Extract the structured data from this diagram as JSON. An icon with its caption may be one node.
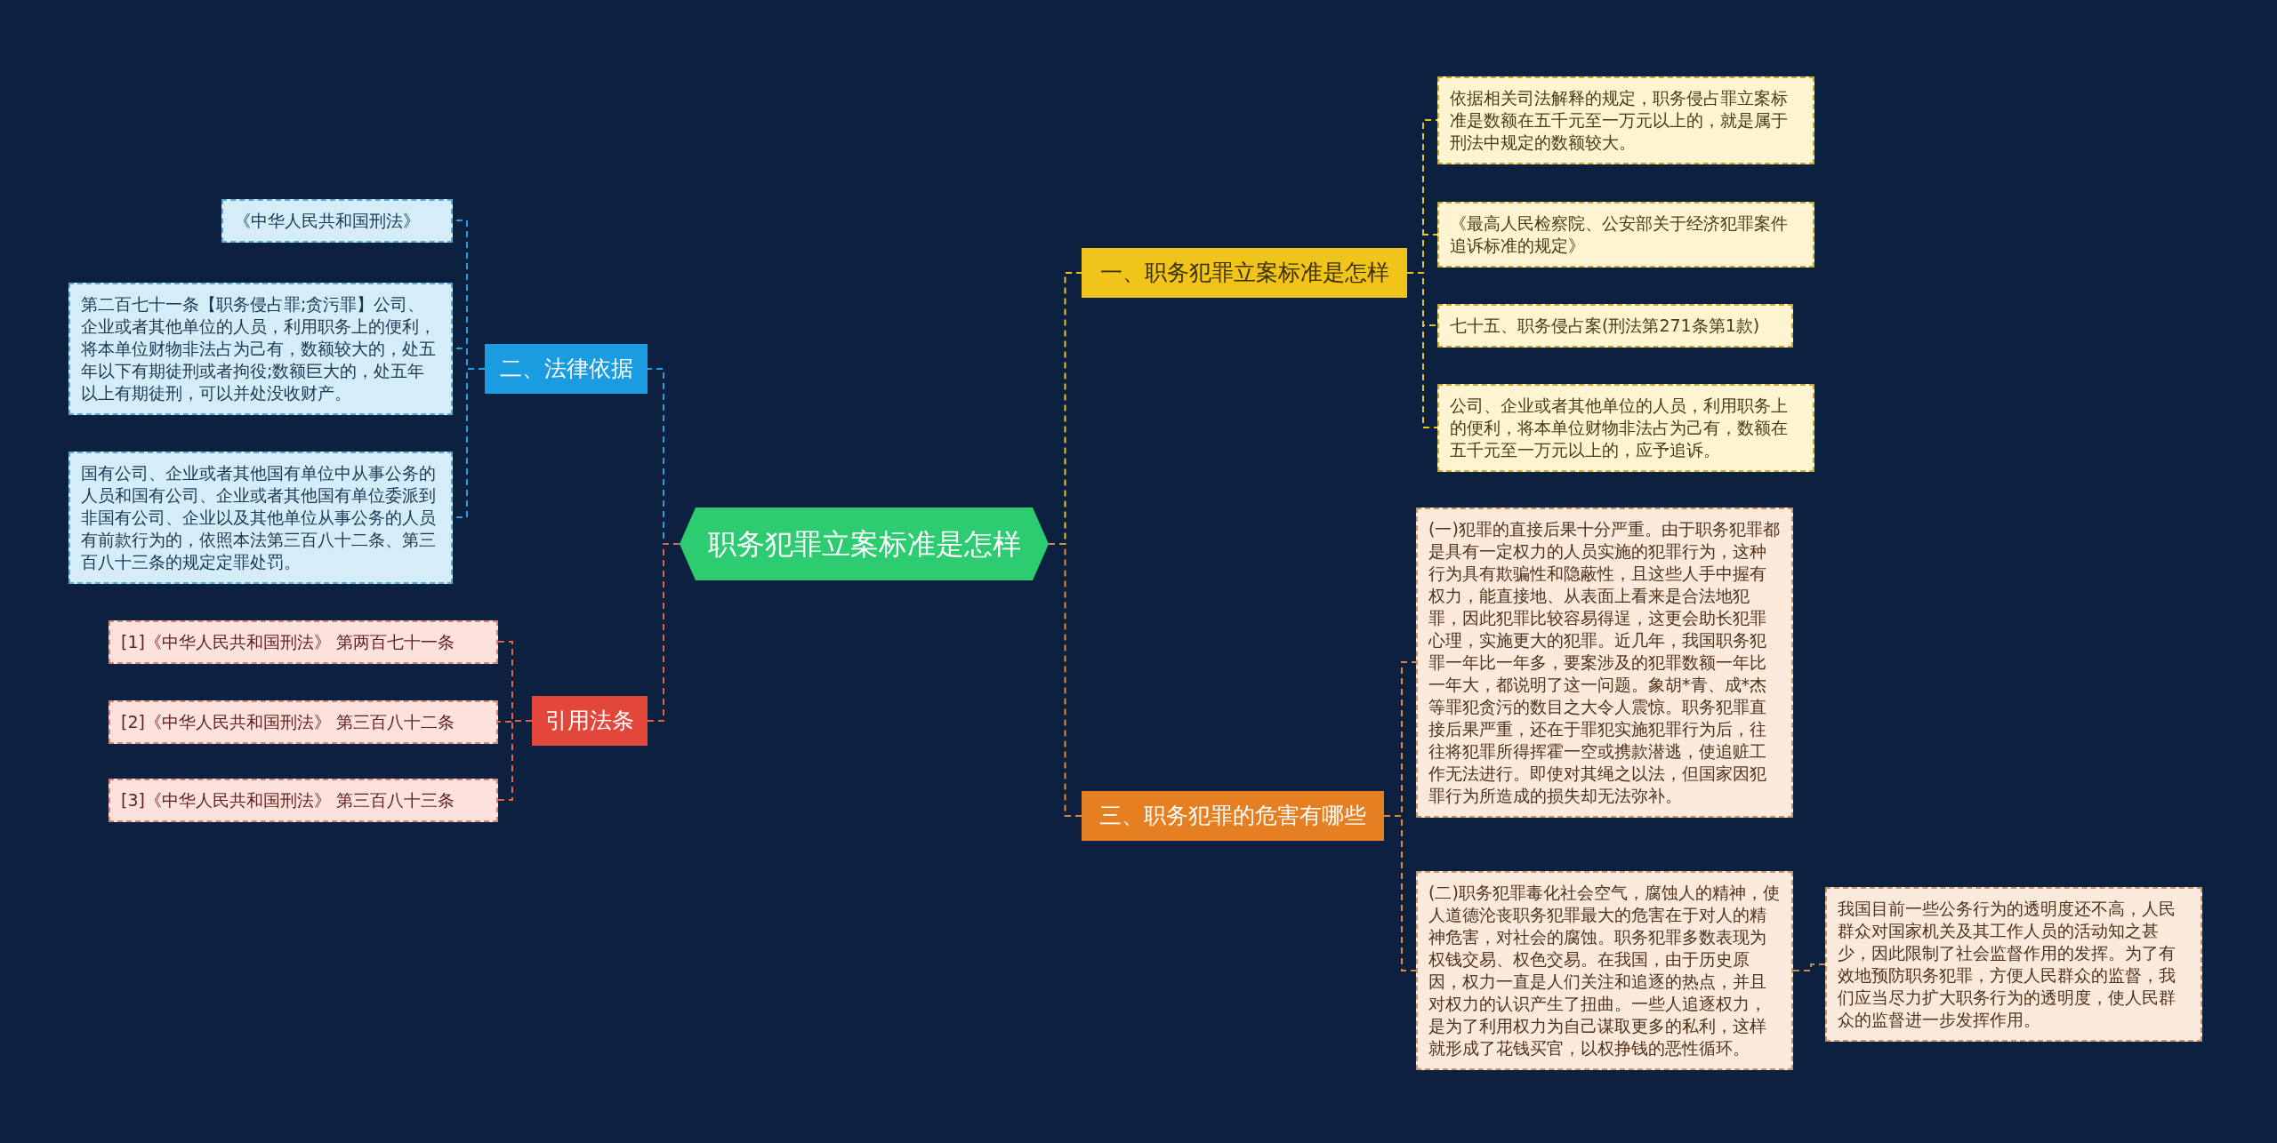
{
  "diagram": {
    "nodes": [
      {
        "text": [
          "职务犯罪立案标准是怎样"
        ]
      },
      {
        "text": [
          "一、职务犯罪立案标准是怎样"
        ]
      },
      {
        "text": [
          "依据相关司法解释的规定，职务侵占罪立案标准是数额在五千元至一万元以上的，就是属于刑法中规定的数额较大。"
        ]
      },
      {
        "text": [
          "《最高人民检察院、公安部关于经济犯罪案件追诉标准的规定》"
        ]
      },
      {
        "text": [
          "七十五、职务侵占案(刑法第271条第1款)"
        ]
      },
      {
        "text": [
          "公司、企业或者其他单位的人员，利用职务上的便利，将本单位财物非法占为己有，数额在五千元至一万元以上的，应予追诉。"
        ]
      },
      {
        "text": [
          "二、法律依据"
        ]
      },
      {
        "text": [
          "《中华人民共和国刑法》"
        ]
      },
      {
        "text": [
          "第二百七十一条【职务侵占罪;贪污罪】公司、企业或者其他单位的人员，利用职务上的便利，将本单位财物非法占为己有，数额较大的，处五年以下有期徒刑或者拘役;数额巨大的，处五年以上有期徒刑，可以并处没收财产。"
        ]
      },
      {
        "text": [
          "国有公司、企业或者其他国有单位中从事公务的人员和国有公司、企业或者其他国有单位委派到非国有公司、企业以及其他单位从事公务的人员有前款行为的，依照本法第三百八十二条、第三百八十三条的规定定罪处罚。"
        ]
      },
      {
        "text": [
          "引用法条"
        ]
      },
      {
        "text": [
          "[1]《中华人民共和国刑法》 第两百七十一条"
        ]
      },
      {
        "text": [
          "[2]《中华人民共和国刑法》 第三百八十二条"
        ]
      },
      {
        "text": [
          "[3]《中华人民共和国刑法》 第三百八十三条"
        ]
      },
      {
        "text": [
          "三、职务犯罪的危害有哪些"
        ]
      },
      {
        "text": [
          "(一)犯罪的直接后果十分严重。由于职务犯罪都是具有一定权力的人员实施的犯罪行为，这种行为具有欺骗性和隐蔽性，且这些人手中握有权力，能直接地、从表面上看来是合法地犯罪，因此犯罪比较容易得逞，这更会助长犯罪心理，实施更大的犯罪。近几年，我国职务犯罪一年比一年多，要案涉及的犯罪数额一年比一年大，都说明了这一问题。象胡*青、成*杰等罪犯贪污的数目之大令人震惊。职务犯罪直接后果严重，还在于罪犯实施犯罪行为后，往往将犯罪所得挥霍一空或携款潜逃，使追赃工作无法进行。即使对其绳之以法，但国家因犯罪行为所造成的损失却无法弥补。"
        ]
      },
      {
        "text": [
          "(二)职务犯罪毒化社会空气，腐蚀人的精神，使人道德沦丧职务犯罪最大的危害在于对人的精神危害，对社会的腐蚀。职务犯罪多数表现为权钱交易、权色交易。在我国，由于历史原因，权力一直是人们关注和追逐的热点，并且对权力的认识产生了扭曲。一些人追逐权力，是为了利用权力为自己谋取更多的私利，这样就形成了花钱买官，以权挣钱的恶性循环。"
        ]
      },
      {
        "text": [
          "我国目前一些公务行为的透明度还不高，人民群众对国家机关及其工作人员的活动知之甚少，因此限制了社会监督作用的发挥。为了有效地预防职务犯罪，方便人民群众的监督，我们应当尽力扩大职务行为的透明度，使人民群众的监督进一步发挥作用。"
        ]
      }
    ],
    "edges": [
      {
        "from": 0,
        "to": 1,
        "arrow": "none",
        "style": "dashed",
        "color": "#e8c31e"
      },
      {
        "from": 1,
        "to": 2,
        "arrow": "none",
        "style": "dashed",
        "color": "#e8c31e"
      },
      {
        "from": 1,
        "to": 3,
        "arrow": "none",
        "style": "dashed",
        "color": "#e8c31e"
      },
      {
        "from": 1,
        "to": 4,
        "arrow": "none",
        "style": "dashed",
        "color": "#e8c31e"
      },
      {
        "from": 1,
        "to": 5,
        "arrow": "none",
        "style": "dashed",
        "color": "#e8c31e"
      },
      {
        "from": 0,
        "to": 6,
        "arrow": "none",
        "style": "dashed",
        "color": "#2a9de0"
      },
      {
        "from": 6,
        "to": 7,
        "arrow": "none",
        "style": "dashed",
        "color": "#2a9de0"
      },
      {
        "from": 6,
        "to": 8,
        "arrow": "none",
        "style": "dashed",
        "color": "#2a9de0"
      },
      {
        "from": 6,
        "to": 9,
        "arrow": "none",
        "style": "dashed",
        "color": "#2a9de0"
      },
      {
        "from": 0,
        "to": 10,
        "arrow": "none",
        "style": "dashed",
        "color": "#e0604a"
      },
      {
        "from": 10,
        "to": 11,
        "arrow": "none",
        "style": "dashed",
        "color": "#e0604a"
      },
      {
        "from": 10,
        "to": 12,
        "arrow": "none",
        "style": "dashed",
        "color": "#e0604a"
      },
      {
        "from": 10,
        "to": 13,
        "arrow": "none",
        "style": "dashed",
        "color": "#e0604a"
      },
      {
        "from": 0,
        "to": 14,
        "arrow": "none",
        "style": "dashed",
        "color": "#e6862a"
      },
      {
        "from": 14,
        "to": 15,
        "arrow": "none",
        "style": "dashed",
        "color": "#e6862a"
      },
      {
        "from": 14,
        "to": 16,
        "arrow": "none",
        "style": "dashed",
        "color": "#e6862a"
      },
      {
        "from": 16,
        "to": 17,
        "arrow": "none",
        "style": "dashed",
        "color": "#c9885a"
      }
    ]
  }
}
